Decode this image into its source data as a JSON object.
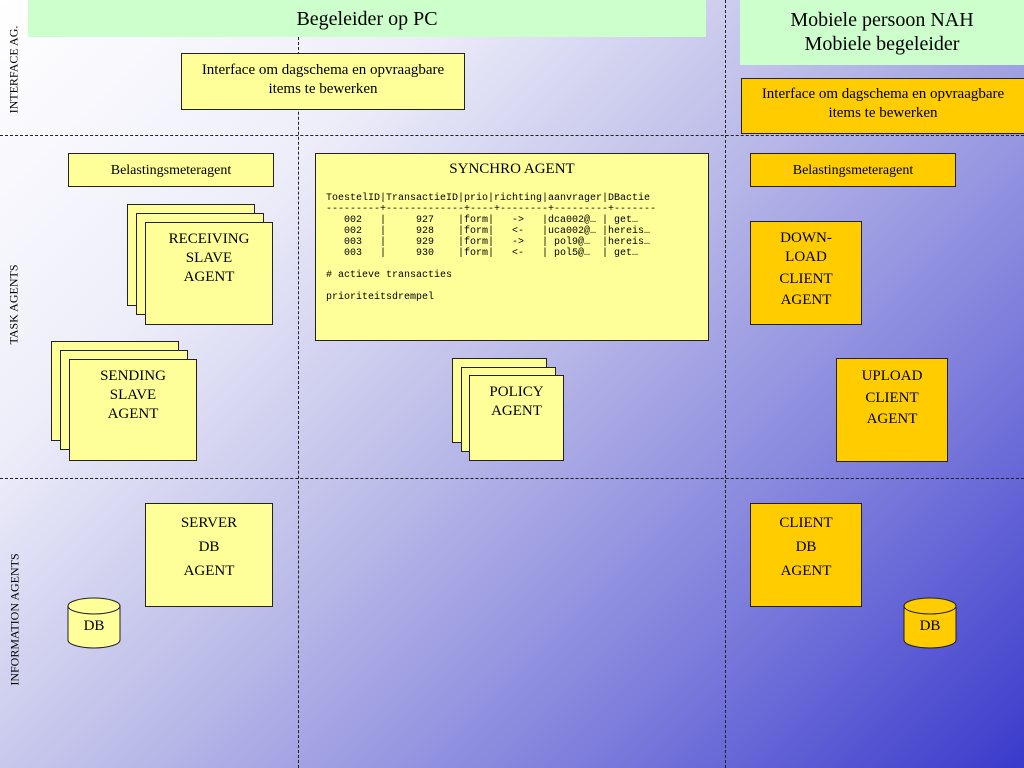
{
  "headers": {
    "left": "Begeleider op PC",
    "right_line1": "Mobiele persoon NAH",
    "right_line2": "Mobiele begeleider"
  },
  "lanes": {
    "interface": "INTERFACE AG.",
    "task": "TASK AGENTS",
    "information": "INFORMATION AGENTS"
  },
  "interface_pc": "Interface om dagschema en opvraagbare items te bewerken",
  "interface_mobile": "Interface om dagschema en opvraagbare items te bewerken",
  "load_agent_left": "Belastingsmeteragent",
  "load_agent_right": "Belastingsmeteragent",
  "receiving": [
    "RECEIVING",
    "SLAVE",
    "AGENT"
  ],
  "sending": [
    "SENDING",
    "SLAVE",
    "AGENT"
  ],
  "synchro": {
    "title": "SYNCHRO AGENT",
    "table": "ToestelID|TransactieID|prio|richting|aanvrager|DBactie\n---------+-------------+----+--------+---------+-------\n   002   |     927    |form|   ->   |dca002@… | get…\n   002   |     928    |form|   <-   |uca002@… |hereis…\n   003   |     929    |form|   ->   | pol9@…  |hereis…\n   003   |     930    |form|   <-   | pol5@…  | get…",
    "active": "# actieve transacties",
    "threshold": "prioriteitsdrempel"
  },
  "policy": [
    "POLICY",
    "AGENT"
  ],
  "download": [
    "DOWN-",
    "LOAD",
    "CLIENT",
    "AGENT"
  ],
  "upload": [
    "UPLOAD",
    "CLIENT",
    "AGENT"
  ],
  "server_db": [
    "SERVER",
    "DB",
    "AGENT"
  ],
  "client_db": [
    "CLIENT",
    "DB",
    "AGENT"
  ],
  "db_left": "DB",
  "db_right": "DB",
  "colors": {
    "header": "#ccffcc",
    "yellow": "#ffff99",
    "orange": "#ffcc00"
  }
}
